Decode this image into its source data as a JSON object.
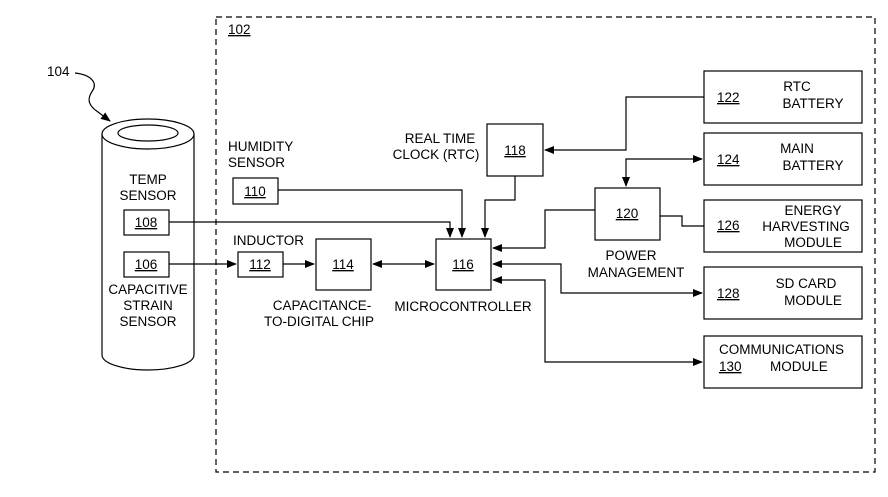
{
  "figure": {
    "system_ref": "102",
    "sensor_body_ref": "104",
    "labels": {
      "temp_sensor": [
        "TEMP",
        "SENSOR"
      ],
      "capacitive_strain_sensor": [
        "CAPACITIVE",
        "STRAIN",
        "SENSOR"
      ],
      "humidity_sensor": [
        "HUMIDITY",
        "SENSOR"
      ],
      "inductor": "INDUCTOR",
      "cdc_chip": [
        "CAPACITANCE-",
        "TO-DIGITAL CHIP"
      ],
      "microcontroller": "MICROCONTROLLER",
      "rtc": [
        "REAL TIME",
        "CLOCK (RTC)"
      ],
      "power_management": [
        "POWER",
        "MANAGEMENT"
      ]
    },
    "components": {
      "temp_sensor": "108",
      "strain_sensor": "106",
      "humidity_sensor": "110",
      "inductor": "112",
      "cdc_chip": "114",
      "microcontroller": "116",
      "rtc": "118",
      "power_management": "120"
    },
    "modules": {
      "rtc_battery": {
        "ref": "122",
        "name": [
          "RTC",
          "BATTERY"
        ]
      },
      "main_battery": {
        "ref": "124",
        "name": [
          "MAIN",
          "BATTERY"
        ]
      },
      "energy_harvesting": {
        "ref": "126",
        "name": [
          "ENERGY",
          "HARVESTING",
          "MODULE"
        ]
      },
      "sd_card": {
        "ref": "128",
        "name": [
          "SD CARD",
          "MODULE"
        ]
      },
      "communications": {
        "ref": "130",
        "name_line1": "COMMUNICATIONS",
        "name_line2": "MODULE"
      }
    }
  }
}
